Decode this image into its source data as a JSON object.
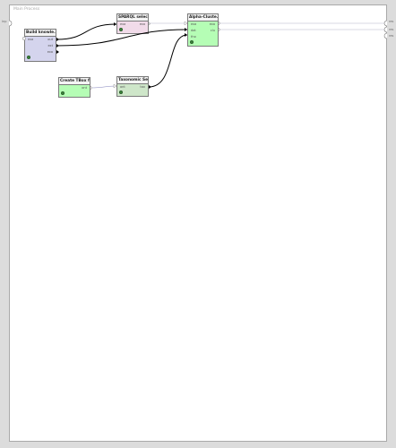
{
  "process": {
    "title": "Main Process"
  },
  "colors": {
    "blue_op": "#d4d4ed",
    "pink_op": "#f1dbe9",
    "green_op": "#b5fdb5",
    "light_green_op": "#cee6c9",
    "wire": "#000000"
  },
  "operators": {
    "build_knowledge": {
      "title": "Build knowle...",
      "in": [
        "exa"
      ],
      "out": [
        "out",
        "ext",
        "exa"
      ]
    },
    "sparql_select": {
      "title": "SPARQL selec...",
      "in": [
        "exa"
      ],
      "out": [
        "exa"
      ]
    },
    "alpha_cluster": {
      "title": "Alpha-Cluste...",
      "in": [
        "exa",
        "dat",
        "tho"
      ],
      "out": [
        "exa",
        "clu"
      ]
    },
    "create_tbox": {
      "title": "Create TBox f...",
      "in": [],
      "out": [
        "ont"
      ]
    },
    "taxonomic_set": {
      "title": "Taxonomic Set...",
      "in": [
        "ont"
      ],
      "out": [
        "tax"
      ]
    }
  },
  "process_ports": {
    "inputs": [
      "inp"
    ],
    "outputs": [
      "res",
      "res",
      "res"
    ]
  }
}
